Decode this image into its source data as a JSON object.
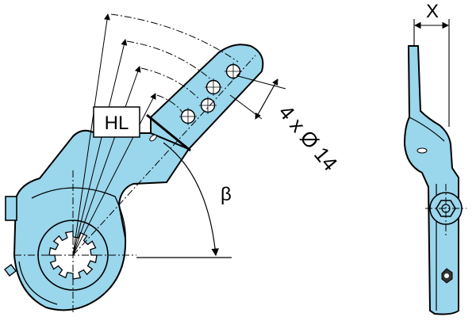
{
  "labels": {
    "hole_length": "HL",
    "angle": "β",
    "hole_spec": "4 x Ø 14",
    "offset": "X"
  },
  "colors": {
    "part_fill": "#9ad6ec",
    "outline": "#000000",
    "background": "#ffffff"
  },
  "icons": {
    "spline_hub": "spline-hub-icon",
    "hex_nut": "hex-nut-icon"
  }
}
